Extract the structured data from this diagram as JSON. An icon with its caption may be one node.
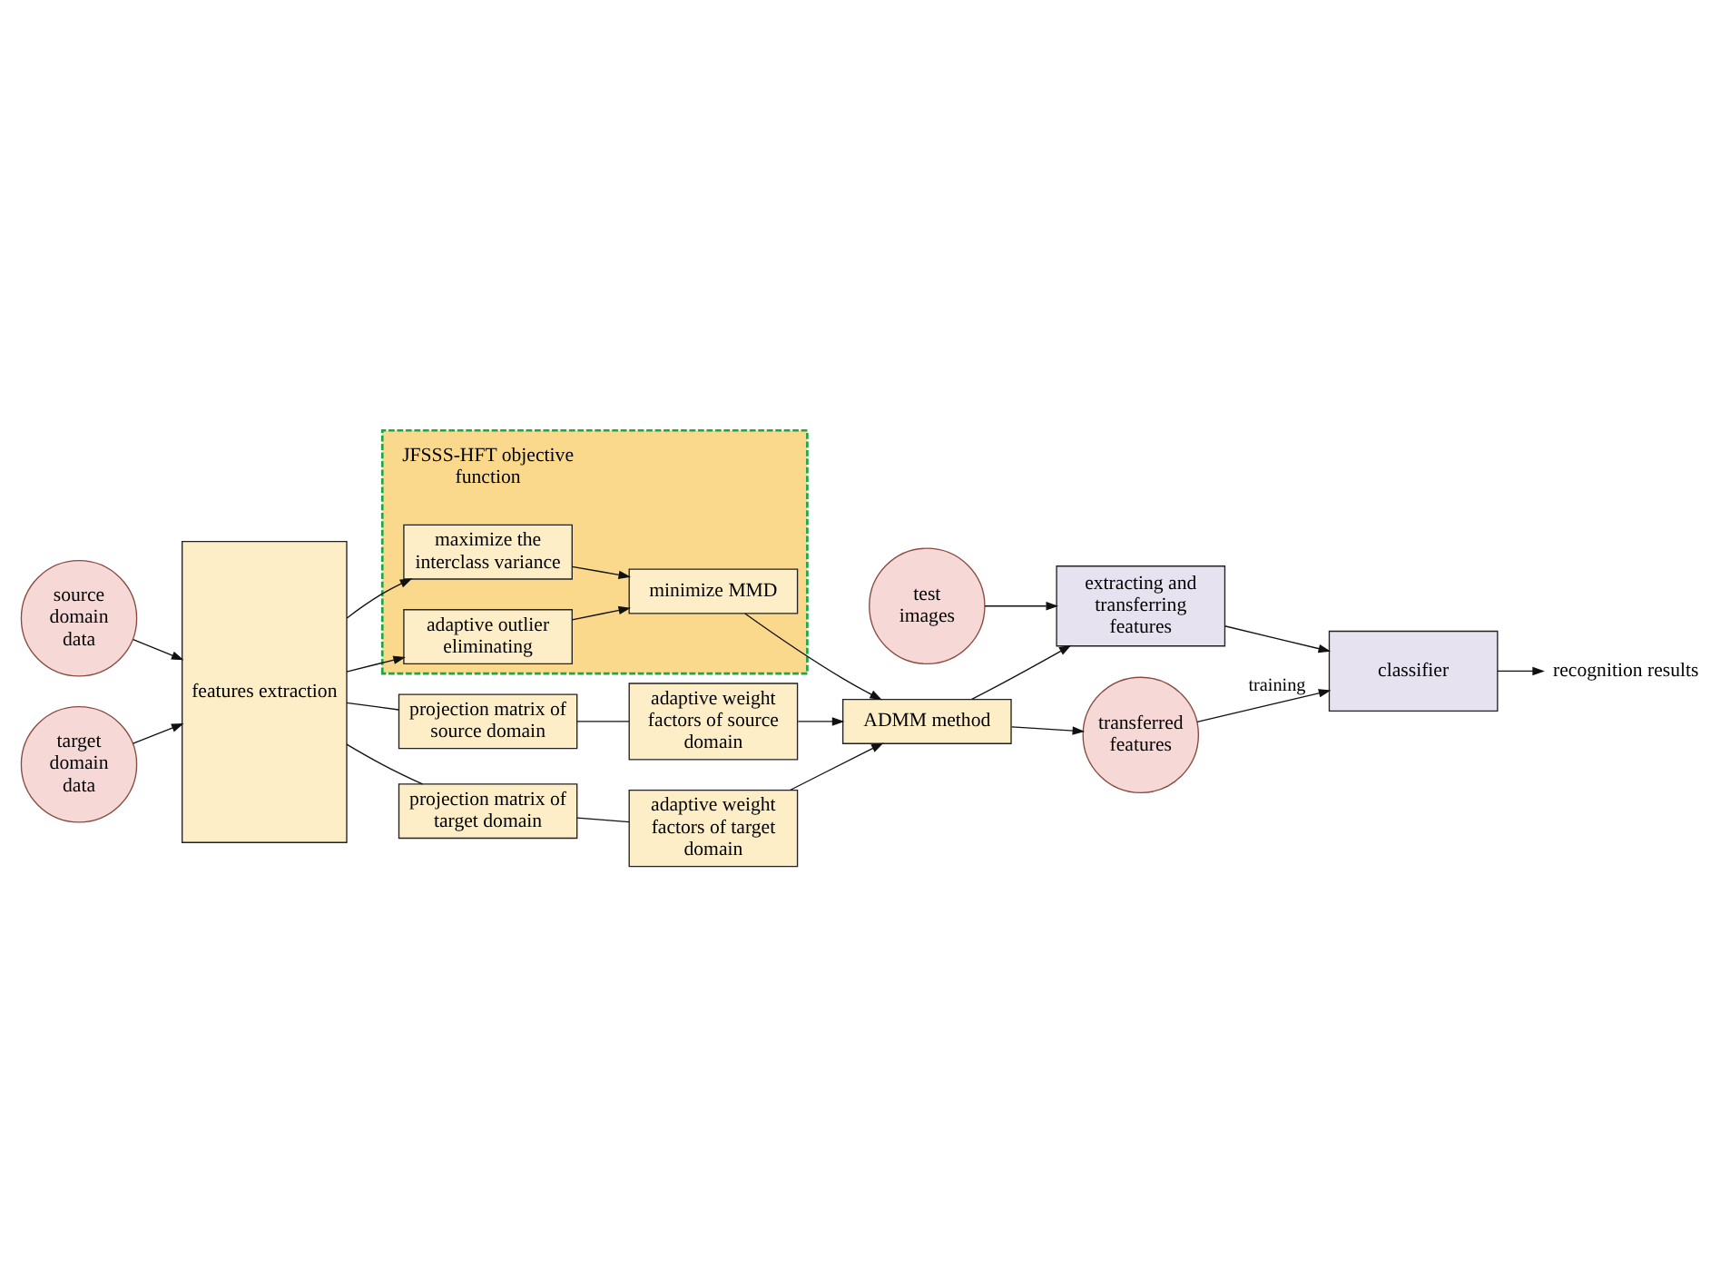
{
  "diagram": {
    "nodes": [
      {
        "text": [
          "source domain data"
        ]
      },
      {
        "text": [
          "target domain data"
        ]
      },
      {
        "text": [
          "features extraction"
        ]
      },
      {
        "text": [
          "projection matrix of source domain"
        ]
      },
      {
        "text": [
          "adaptive weight factors of source domain"
        ]
      },
      {
        "text": [
          "JFSSS-HFT objective function"
        ]
      },
      {
        "text": [
          "maximize the interclass variance"
        ],
        "in": 5
      },
      {
        "text": [
          "minimize MMD"
        ],
        "in": 5
      },
      {
        "text": [
          "adaptive outlier eliminating"
        ],
        "in": 5
      },
      {
        "text": [
          "ADMM method"
        ]
      },
      {
        "text": [
          "projection matrix of target domain"
        ]
      },
      {
        "text": [
          "adaptive weight factors of target domain"
        ]
      },
      {
        "text": [
          "transferred features"
        ]
      },
      {
        "text": [
          "test images"
        ]
      },
      {
        "text": [
          "extracting and transferring features"
        ]
      },
      {
        "text": [
          "classifier"
        ]
      },
      {
        "text": [
          "recognition results"
        ]
      }
    ],
    "edges": [
      {
        "from": 0,
        "to": 2,
        "arrow": "to"
      },
      {
        "from": 1,
        "to": 2,
        "arrow": "to"
      },
      {
        "from": 2,
        "to": 3,
        "arrow": "none"
      },
      {
        "from": 3,
        "to": 4,
        "arrow": "none"
      },
      {
        "from": 4,
        "to": 9,
        "arrow": "to"
      },
      {
        "from": 2,
        "to": 6,
        "arrow": "to"
      },
      {
        "from": 2,
        "to": 8,
        "arrow": "to"
      },
      {
        "from": 6,
        "to": 7,
        "arrow": "to"
      },
      {
        "from": 8,
        "to": 7,
        "arrow": "to"
      },
      {
        "from": 7,
        "to": 9,
        "arrow": "to"
      },
      {
        "from": 2,
        "to": 10,
        "arrow": "none"
      },
      {
        "from": 10,
        "to": 11,
        "arrow": "none"
      },
      {
        "from": 11,
        "to": 9,
        "arrow": "to"
      },
      {
        "from": 9,
        "to": 12,
        "arrow": "to"
      },
      {
        "from": 9,
        "to": 14,
        "arrow": "to"
      },
      {
        "from": 12,
        "to": 15,
        "arrow": "to",
        "label": "training"
      },
      {
        "from": 13,
        "to": 14,
        "arrow": "to"
      },
      {
        "from": 14,
        "to": 15,
        "arrow": "to"
      },
      {
        "from": 15,
        "to": 16,
        "arrow": "to"
      }
    ]
  }
}
